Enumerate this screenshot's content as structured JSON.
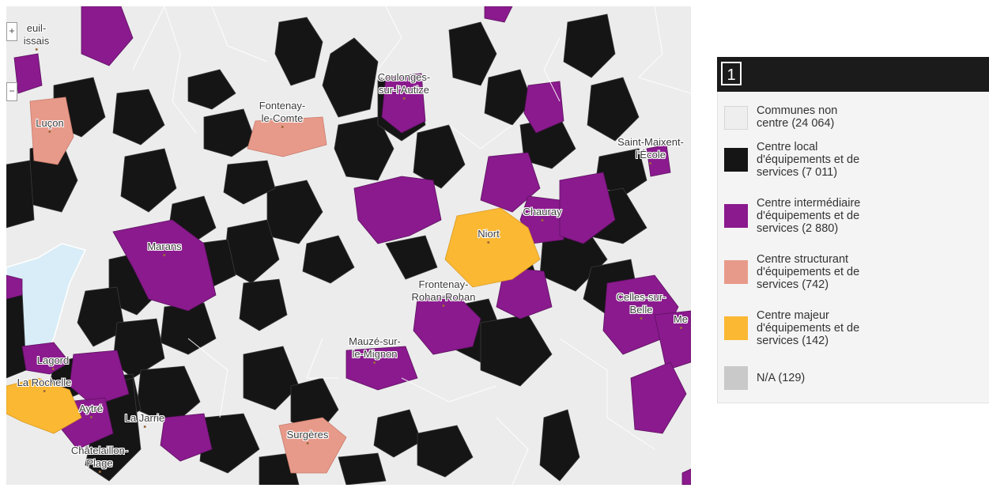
{
  "legend": {
    "number": "1",
    "items": [
      {
        "label_lines": [
          "Communes non",
          "centre (24 064)"
        ],
        "color": "#eeeeee"
      },
      {
        "label_lines": [
          "Centre local",
          "d'équipements et de",
          "services (7 011)"
        ],
        "color": "#151515"
      },
      {
        "label_lines": [
          "Centre intermédiaire",
          "d'équipements et de",
          "services (2 880)"
        ],
        "color": "#8b1a8e"
      },
      {
        "label_lines": [
          "Centre structurant",
          "d'équipements et de",
          "services (742)"
        ],
        "color": "#e89a8a"
      },
      {
        "label_lines": [
          "Centre majeur",
          "d'équipements et de",
          "services (142)"
        ],
        "color": "#fbb833"
      },
      {
        "label_lines": [
          "N/A (129)"
        ],
        "color": "#c9c9c9"
      }
    ]
  },
  "map": {
    "sea_color": "#d8edf7",
    "cities": [
      {
        "name": "euil-\nissais"
      },
      {
        "name": "Luçon"
      },
      {
        "name": "Fontenay-\nle-Comte"
      },
      {
        "name": "Coulonges-\nsur-l'Autize"
      },
      {
        "name": "Saint-Maixent-\nl'École"
      },
      {
        "name": "Chauray"
      },
      {
        "name": "Niort"
      },
      {
        "name": "Marans"
      },
      {
        "name": "Frontenay-\nRohan-Rohan"
      },
      {
        "name": "Celles-sur-\nBelle"
      },
      {
        "name": "Me"
      },
      {
        "name": "Mauzé-sur-\nle-Mignon"
      },
      {
        "name": "Lagord"
      },
      {
        "name": "La Rochelle"
      },
      {
        "name": "Aytré"
      },
      {
        "name": "La Jarrie"
      },
      {
        "name": "Surgères"
      },
      {
        "name": "Châtelaillon-\nPlage"
      }
    ]
  }
}
